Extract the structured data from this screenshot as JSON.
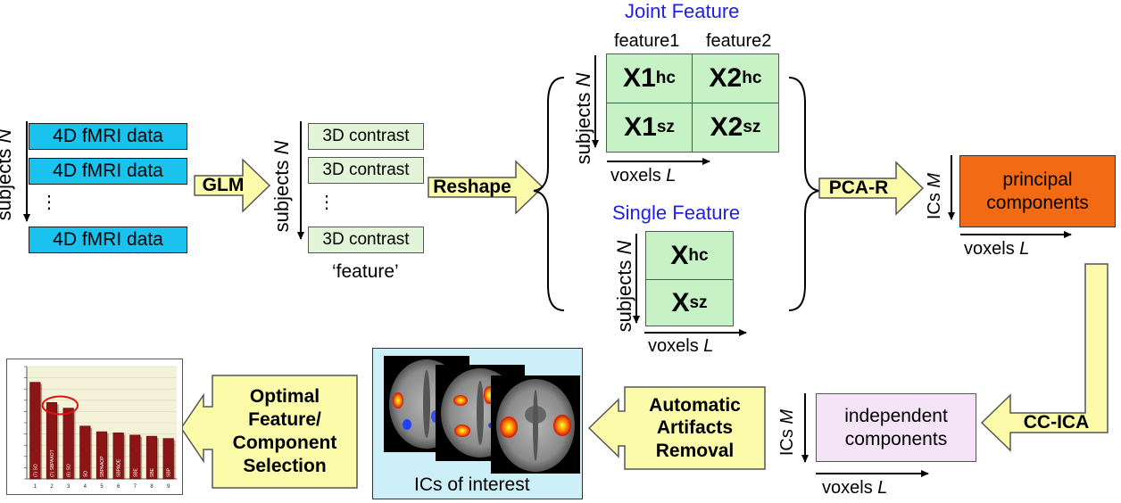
{
  "colors": {
    "fmri_fill": "#19c3ee",
    "contrast_fill": "#e3f5d9",
    "matrix_fill": "#c7f2c5",
    "arrow_fill": "#fbfbaa",
    "pc_fill": "#f26a14",
    "ic_fill": "#f5e3f7",
    "ics_panel_fill": "#cdeff7",
    "feature_title_color": "#1f1fe8"
  },
  "fmri": {
    "axis_label": "subjects",
    "axis_var": "N",
    "row1": "4D fMRI data",
    "row2": "4D fMRI data",
    "ellipsis": "⋮",
    "row3": "4D fMRI data"
  },
  "glm": {
    "label": "GLM"
  },
  "contrast": {
    "axis_label": "subjects",
    "axis_var": "N",
    "row1": "3D contrast",
    "row2": "3D contrast",
    "ellipsis": "⋮",
    "row3": "3D contrast",
    "caption": "‘feature’"
  },
  "reshape": {
    "label": "Reshape"
  },
  "joint": {
    "title": "Joint Feature",
    "col1": "feature1",
    "col2": "feature2",
    "axis_label": "subjects",
    "axis_var": "N",
    "cells": [
      {
        "main": "X1",
        "sub": "hc"
      },
      {
        "main": "X2",
        "sub": "hc"
      },
      {
        "main": "X1",
        "sub": "sz"
      },
      {
        "main": "X2",
        "sub": "sz"
      }
    ],
    "x_label": "voxels",
    "x_var": "L"
  },
  "single": {
    "title": "Single Feature",
    "axis_label": "subjects",
    "axis_var": "N",
    "cells": [
      {
        "main": "X",
        "sub": "hc"
      },
      {
        "main": "X",
        "sub": "sz"
      }
    ],
    "x_label": "voxels",
    "x_var": "L"
  },
  "pcar": {
    "label": "PCA-R"
  },
  "pc": {
    "label_line1": "principal",
    "label_line2": "components",
    "axis_label": "ICs",
    "axis_var": "M",
    "x_label": "voxels",
    "x_var": "L"
  },
  "ccica": {
    "label": "CC-ICA"
  },
  "ic": {
    "label_line1": "independent",
    "label_line2": "components",
    "axis_label": "ICs",
    "axis_var": "M",
    "x_label": "voxels",
    "x_var": "L"
  },
  "artifacts": {
    "line1": "Automatic",
    "line2": "Artifacts",
    "line3": "Removal"
  },
  "ics_panel": {
    "caption": "ICs of interest"
  },
  "selection": {
    "line1": "Optimal",
    "line2": "Feature/",
    "line3": "Component",
    "line4": "Selection"
  },
  "chart_data": {
    "type": "bar",
    "categories": [
      "1",
      "2",
      "3",
      "4",
      "5",
      "6",
      "7",
      "8",
      "9"
    ],
    "values": [
      0.86,
      0.68,
      0.63,
      0.47,
      0.42,
      0.41,
      0.39,
      0.38,
      0.36
    ],
    "bar_labels": [
      "(7) SO",
      "(7) SBPAAOT",
      "(6) SO",
      "SO",
      "SBPAAOP",
      "SBPAOE",
      "SBE",
      "SBE",
      "SBP"
    ],
    "ylim": [
      0,
      1
    ],
    "grid": true,
    "highlight": "2–3"
  }
}
